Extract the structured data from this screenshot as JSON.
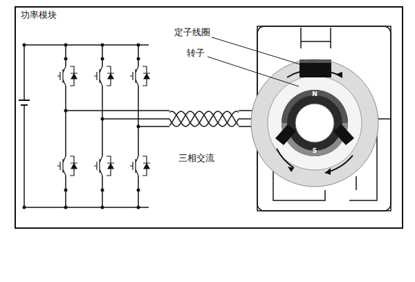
{
  "diagram": {
    "labels": [
      "功率模块",
      "定子线圈",
      "转子",
      "三相交流",
      "N",
      "S"
    ]
  }
}
